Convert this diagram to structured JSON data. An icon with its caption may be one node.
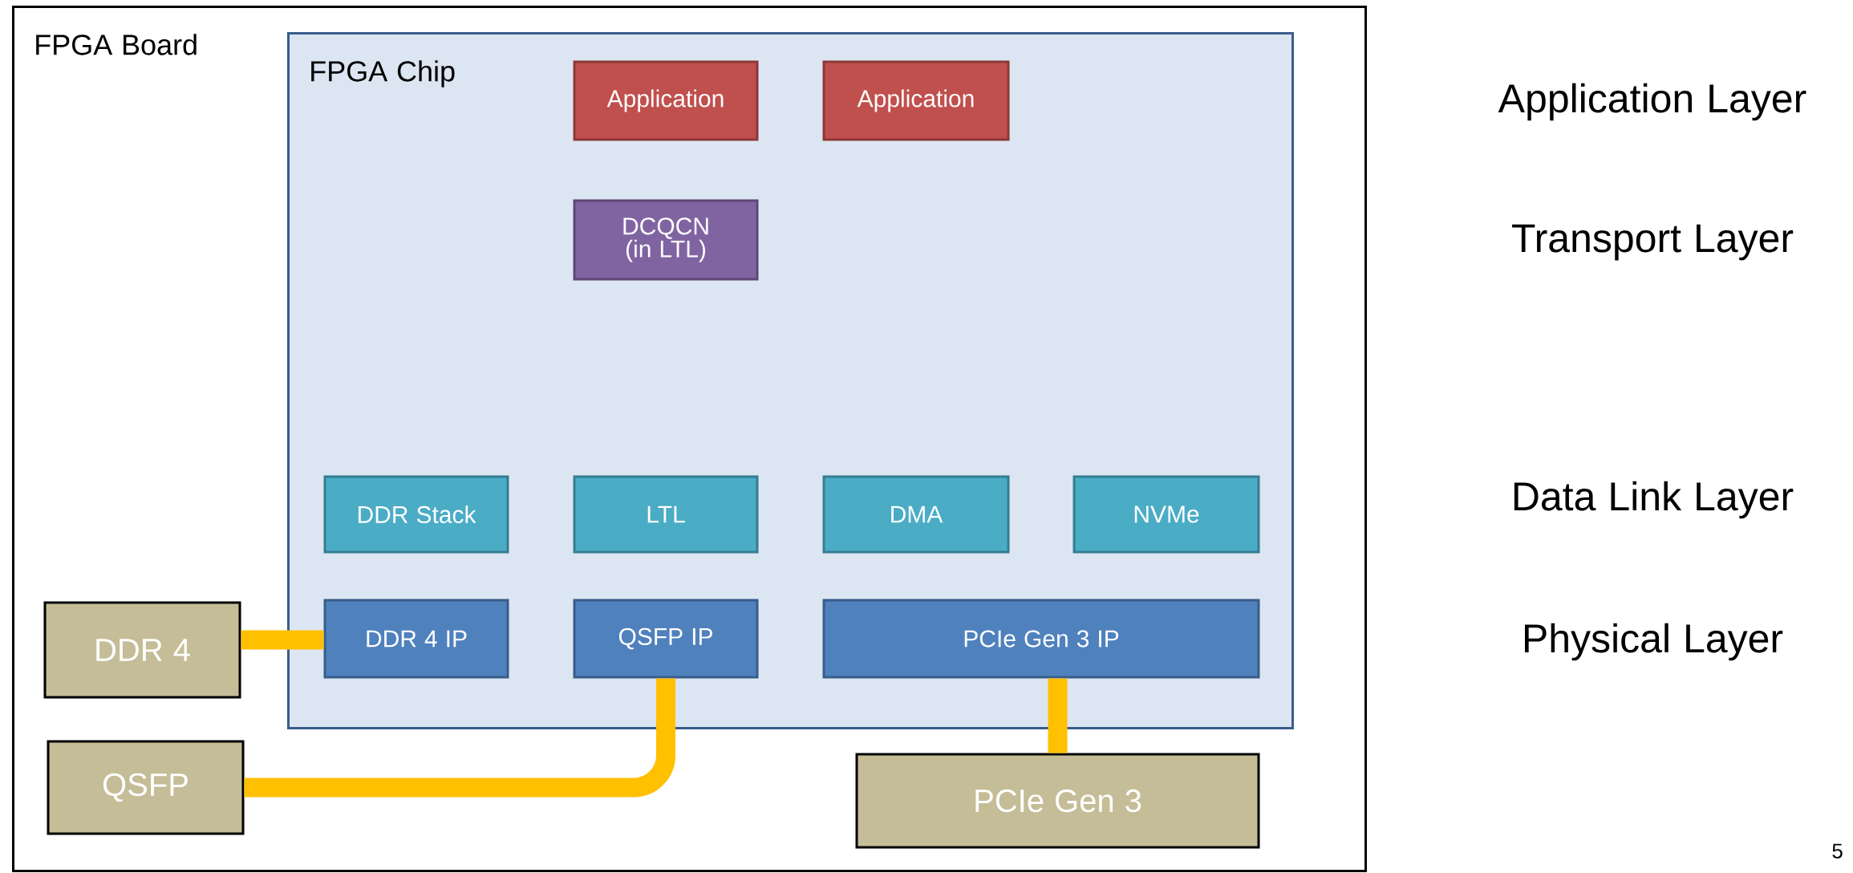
{
  "diagram": {
    "nodes": [
      {
        "text": [
          "FPGA Board"
        ]
      },
      {
        "text": [
          "FPGA Chip"
        ],
        "in": 0
      },
      {
        "text": [
          "Application"
        ],
        "in": 1
      },
      {
        "text": [
          "Application"
        ],
        "in": 1
      },
      {
        "text": [
          "DCQCN (in LTL)"
        ],
        "in": 1
      },
      {
        "text": [
          "DDR Stack"
        ],
        "in": 1
      },
      {
        "text": [
          "LTL"
        ],
        "in": 1
      },
      {
        "text": [
          "DMA"
        ],
        "in": 1
      },
      {
        "text": [
          "NVMe"
        ],
        "in": 1
      },
      {
        "text": [
          "DDR 4 IP"
        ],
        "in": 1
      },
      {
        "text": [
          "QSFP IP"
        ],
        "in": 1
      },
      {
        "text": [
          "PCIe Gen 3 IP"
        ],
        "in": 1
      },
      {
        "text": [
          "DDR 4"
        ],
        "in": 0
      },
      {
        "text": [
          "QSFP"
        ],
        "in": 0
      },
      {
        "text": [
          "PCIe Gen 3"
        ],
        "in": 0
      }
    ],
    "edges": [
      {
        "from": 12,
        "to": 9,
        "arrow": "none",
        "color": "#ffc000"
      },
      {
        "from": 10,
        "to": 13,
        "arrow": "none",
        "color": "#ffc000"
      },
      {
        "from": 11,
        "to": 14,
        "arrow": "none",
        "color": "#ffc000"
      }
    ],
    "labels": [
      "Application Layer",
      "Transport Layer",
      "Data Link Layer",
      "Physical Layer",
      "5"
    ]
  }
}
